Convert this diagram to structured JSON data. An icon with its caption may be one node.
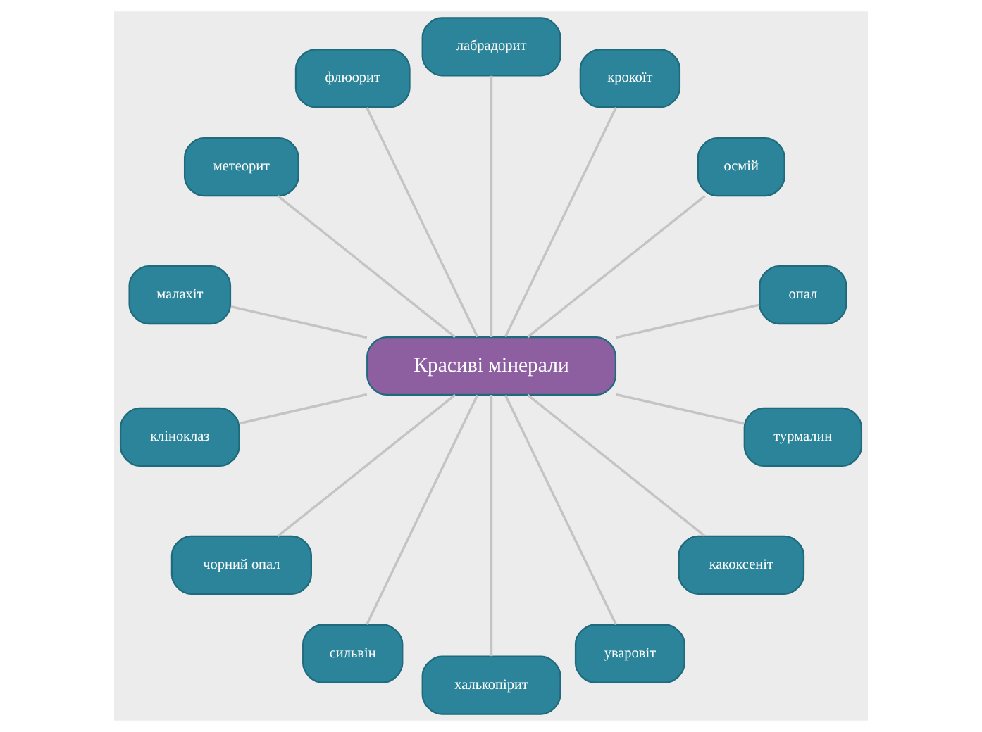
{
  "diagram": {
    "nodes": [
      {
        "text": [
          "Красиві мінерали"
        ]
      },
      {
        "text": [
          "опал"
        ]
      },
      {
        "text": [
          "осмій"
        ]
      },
      {
        "text": [
          "крокоїт"
        ]
      },
      {
        "text": [
          "лабрадорит"
        ]
      },
      {
        "text": [
          "флюорит"
        ]
      },
      {
        "text": [
          "метеорит"
        ]
      },
      {
        "text": [
          "малахіт"
        ]
      },
      {
        "text": [
          "кліноклаз"
        ]
      },
      {
        "text": [
          "чорний опал"
        ]
      },
      {
        "text": [
          "сильвін"
        ]
      },
      {
        "text": [
          "халькопірит"
        ]
      },
      {
        "text": [
          "уваровіт"
        ]
      },
      {
        "text": [
          "какоксеніт"
        ]
      },
      {
        "text": [
          "турмалин"
        ]
      }
    ],
    "edges": [
      {
        "from": 0,
        "to": 1,
        "arrow": "none"
      },
      {
        "from": 0,
        "to": 2,
        "arrow": "none"
      },
      {
        "from": 0,
        "to": 4,
        "arrow": "none"
      },
      {
        "from": 0,
        "to": 6,
        "arrow": "none"
      },
      {
        "from": 0,
        "to": 8,
        "arrow": "none"
      },
      {
        "from": 0,
        "to": 10,
        "arrow": "none"
      },
      {
        "from": 0,
        "to": 12,
        "arrow": "none"
      },
      {
        "from": 0,
        "to": 13,
        "arrow": "none"
      },
      {
        "from": 0,
        "to": 14,
        "arrow": "none"
      },
      {
        "from": 0,
        "to": 11,
        "arrow": "none"
      },
      {
        "from": 0,
        "to": 9,
        "arrow": "none"
      },
      {
        "from": 0,
        "to": 7,
        "arrow": "none"
      },
      {
        "from": 0,
        "to": 5,
        "arrow": "none"
      },
      {
        "from": 0,
        "to": 3,
        "arrow": "none"
      }
    ]
  }
}
